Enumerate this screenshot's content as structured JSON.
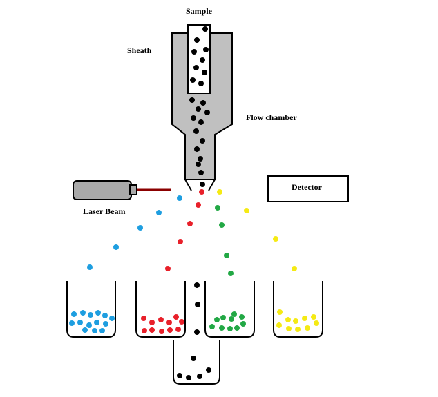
{
  "labels": {
    "sample": "Sample",
    "sheath": "Sheath",
    "flow_chamber": "Flow chamber",
    "detector": "Detector",
    "laser_beam": "Laser Beam"
  },
  "colors": {
    "chamber_fill": "#c0c0c0",
    "outline": "#000000",
    "laser_housing": "#a9a9a9",
    "laser_beam": "#8b0000",
    "blue": "#1e9ee0",
    "red": "#e8202a",
    "green": "#22a845",
    "yellow": "#f5ea14",
    "black": "#000000"
  },
  "collection_tubes": [
    "blue",
    "red",
    "black",
    "green",
    "yellow"
  ]
}
